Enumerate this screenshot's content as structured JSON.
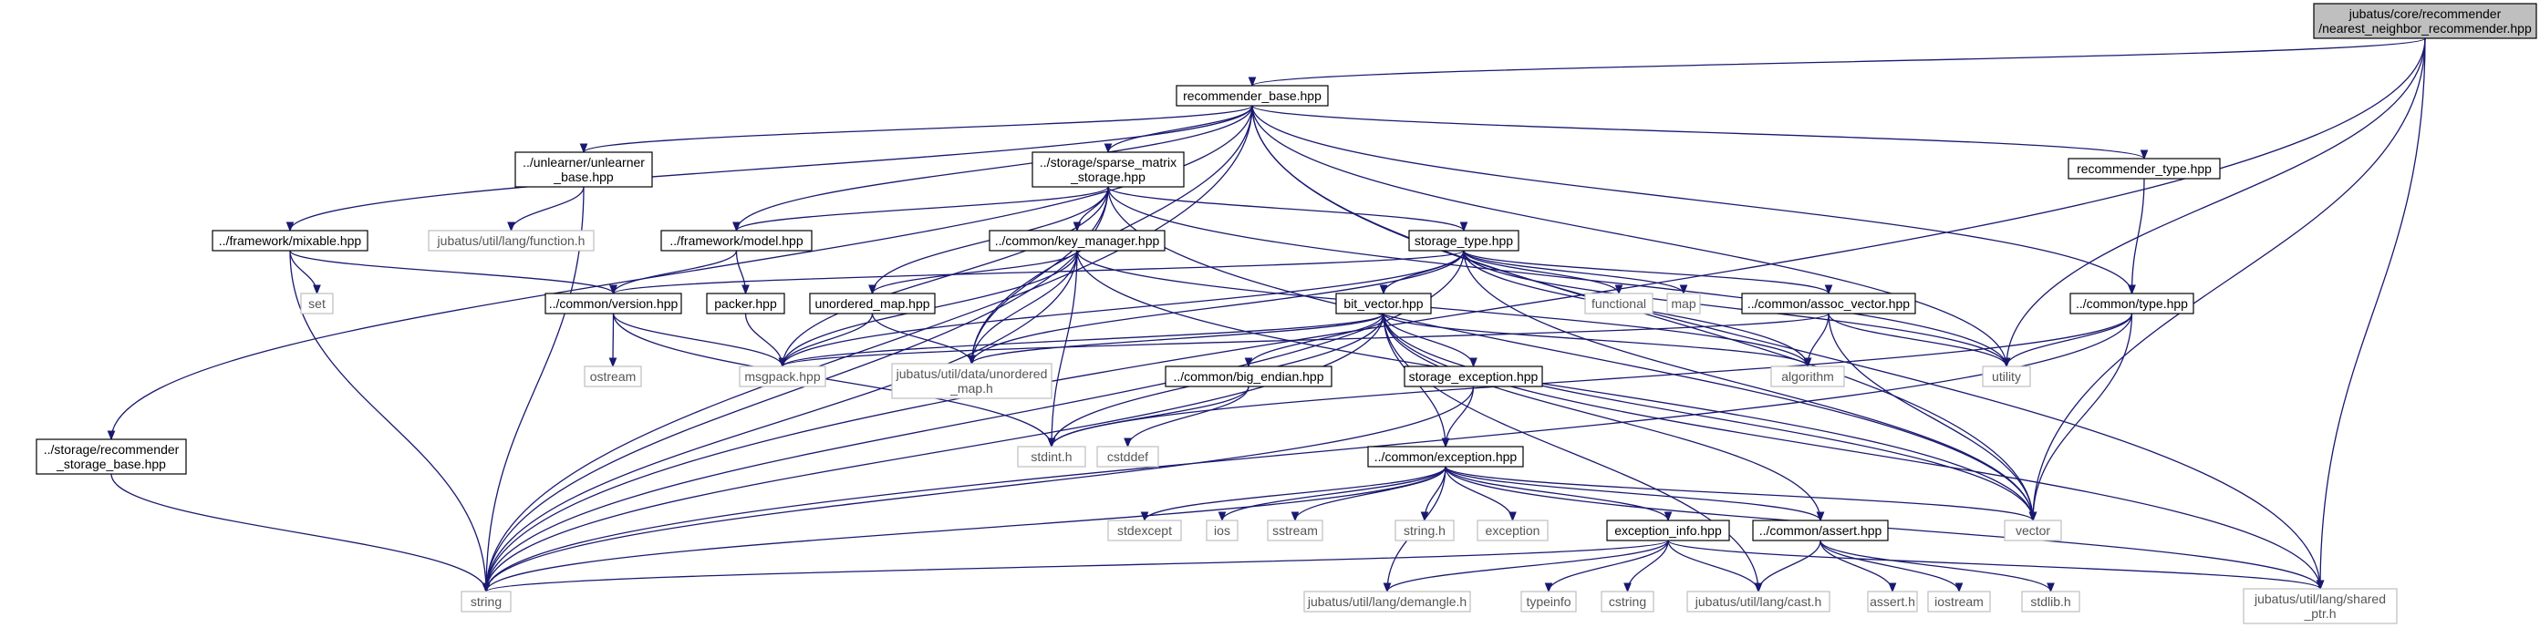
{
  "diagram": {
    "title": "",
    "colors": {
      "edge": "#191970",
      "internal_border": "#000000",
      "external_border": "#bfbfbf",
      "root_fill": "#bfbfbf",
      "internal_fill": "#ffffff",
      "external_fill": "#ffffff"
    },
    "nodes": [
      {
        "id": "root",
        "lines": [
          "jubatus/core/recommender",
          "/nearest_neighbor_recommender.hpp"
        ],
        "kind": "root"
      },
      {
        "id": "recbase",
        "lines": [
          "recommender_base.hpp"
        ],
        "kind": "internal"
      },
      {
        "id": "unlearner",
        "lines": [
          "../unlearner/unlearner",
          "_base.hpp"
        ],
        "kind": "internal"
      },
      {
        "id": "sparse",
        "lines": [
          "../storage/sparse_matrix",
          "_storage.hpp"
        ],
        "kind": "internal"
      },
      {
        "id": "rectype",
        "lines": [
          "recommender_type.hpp"
        ],
        "kind": "internal"
      },
      {
        "id": "mixable",
        "lines": [
          "../framework/mixable.hpp"
        ],
        "kind": "internal"
      },
      {
        "id": "function",
        "lines": [
          "jubatus/util/lang/function.h"
        ],
        "kind": "external"
      },
      {
        "id": "model",
        "lines": [
          "../framework/model.hpp"
        ],
        "kind": "internal"
      },
      {
        "id": "keymgr",
        "lines": [
          "../common/key_manager.hpp"
        ],
        "kind": "internal"
      },
      {
        "id": "stortype",
        "lines": [
          "storage_type.hpp"
        ],
        "kind": "internal"
      },
      {
        "id": "set",
        "lines": [
          "set"
        ],
        "kind": "external"
      },
      {
        "id": "version",
        "lines": [
          "../common/version.hpp"
        ],
        "kind": "internal"
      },
      {
        "id": "packer",
        "lines": [
          "packer.hpp"
        ],
        "kind": "internal"
      },
      {
        "id": "umap",
        "lines": [
          "unordered_map.hpp"
        ],
        "kind": "internal"
      },
      {
        "id": "bitvec",
        "lines": [
          "bit_vector.hpp"
        ],
        "kind": "internal"
      },
      {
        "id": "functional",
        "lines": [
          "functional"
        ],
        "kind": "external"
      },
      {
        "id": "map",
        "lines": [
          "map"
        ],
        "kind": "external"
      },
      {
        "id": "assocvec",
        "lines": [
          "../common/assoc_vector.hpp"
        ],
        "kind": "internal"
      },
      {
        "id": "commontype",
        "lines": [
          "../common/type.hpp"
        ],
        "kind": "internal"
      },
      {
        "id": "recstor",
        "lines": [
          "../storage/recommender",
          "_storage_base.hpp"
        ],
        "kind": "internal"
      },
      {
        "id": "ostream",
        "lines": [
          "ostream"
        ],
        "kind": "external"
      },
      {
        "id": "msgpack",
        "lines": [
          "msgpack.hpp"
        ],
        "kind": "external"
      },
      {
        "id": "udata",
        "lines": [
          "jubatus/util/data/unordered",
          "_map.h"
        ],
        "kind": "external"
      },
      {
        "id": "bigend",
        "lines": [
          "../common/big_endian.hpp"
        ],
        "kind": "internal"
      },
      {
        "id": "storexc",
        "lines": [
          "storage_exception.hpp"
        ],
        "kind": "internal"
      },
      {
        "id": "algorithm",
        "lines": [
          "algorithm"
        ],
        "kind": "external"
      },
      {
        "id": "utility",
        "lines": [
          "utility"
        ],
        "kind": "external"
      },
      {
        "id": "stdint",
        "lines": [
          "stdint.h"
        ],
        "kind": "external"
      },
      {
        "id": "cstddef",
        "lines": [
          "cstddef"
        ],
        "kind": "external"
      },
      {
        "id": "exception",
        "lines": [
          "../common/exception.hpp"
        ],
        "kind": "internal"
      },
      {
        "id": "stdexcept",
        "lines": [
          "stdexcept"
        ],
        "kind": "external"
      },
      {
        "id": "ios",
        "lines": [
          "ios"
        ],
        "kind": "external"
      },
      {
        "id": "sstream",
        "lines": [
          "sstream"
        ],
        "kind": "external"
      },
      {
        "id": "stringh",
        "lines": [
          "string.h"
        ],
        "kind": "external"
      },
      {
        "id": "exc",
        "lines": [
          "exception"
        ],
        "kind": "external"
      },
      {
        "id": "excinfo",
        "lines": [
          "exception_info.hpp"
        ],
        "kind": "internal"
      },
      {
        "id": "assert",
        "lines": [
          "../common/assert.hpp"
        ],
        "kind": "internal"
      },
      {
        "id": "vector",
        "lines": [
          "vector"
        ],
        "kind": "external"
      },
      {
        "id": "string",
        "lines": [
          "string"
        ],
        "kind": "external"
      },
      {
        "id": "demangle",
        "lines": [
          "jubatus/util/lang/demangle.h"
        ],
        "kind": "external"
      },
      {
        "id": "typeinfo",
        "lines": [
          "typeinfo"
        ],
        "kind": "external"
      },
      {
        "id": "cstring",
        "lines": [
          "cstring"
        ],
        "kind": "external"
      },
      {
        "id": "cast",
        "lines": [
          "jubatus/util/lang/cast.h"
        ],
        "kind": "external"
      },
      {
        "id": "asserth",
        "lines": [
          "assert.h"
        ],
        "kind": "external"
      },
      {
        "id": "iostream",
        "lines": [
          "iostream"
        ],
        "kind": "external"
      },
      {
        "id": "stdlib",
        "lines": [
          "stdlib.h"
        ],
        "kind": "external"
      },
      {
        "id": "shared",
        "lines": [
          "jubatus/util/lang/shared",
          "_ptr.h"
        ],
        "kind": "external"
      }
    ],
    "edges": [
      [
        "root",
        "recbase"
      ],
      [
        "root",
        "utility"
      ],
      [
        "root",
        "vector"
      ],
      [
        "root",
        "string"
      ],
      [
        "root",
        "shared"
      ],
      [
        "recbase",
        "unlearner"
      ],
      [
        "recbase",
        "sparse"
      ],
      [
        "recbase",
        "rectype"
      ],
      [
        "recbase",
        "mixable"
      ],
      [
        "recbase",
        "model"
      ],
      [
        "recbase",
        "recstor"
      ],
      [
        "recbase",
        "commontype"
      ],
      [
        "recbase",
        "udata"
      ],
      [
        "recbase",
        "utility"
      ],
      [
        "recbase",
        "vector"
      ],
      [
        "recbase",
        "string"
      ],
      [
        "recbase",
        "shared"
      ],
      [
        "unlearner",
        "function"
      ],
      [
        "unlearner",
        "string"
      ],
      [
        "sparse",
        "model"
      ],
      [
        "sparse",
        "keymgr"
      ],
      [
        "sparse",
        "stortype"
      ],
      [
        "sparse",
        "umap"
      ],
      [
        "sparse",
        "msgpack"
      ],
      [
        "sparse",
        "udata"
      ],
      [
        "sparse",
        "string"
      ],
      [
        "sparse",
        "vector"
      ],
      [
        "sparse",
        "utility"
      ],
      [
        "rectype",
        "commontype"
      ],
      [
        "mixable",
        "set"
      ],
      [
        "mixable",
        "version"
      ],
      [
        "mixable",
        "string"
      ],
      [
        "model",
        "version"
      ],
      [
        "model",
        "packer"
      ],
      [
        "keymgr",
        "umap"
      ],
      [
        "keymgr",
        "msgpack"
      ],
      [
        "keymgr",
        "udata"
      ],
      [
        "keymgr",
        "algorithm"
      ],
      [
        "keymgr",
        "stdint"
      ],
      [
        "keymgr",
        "string"
      ],
      [
        "keymgr",
        "vector"
      ],
      [
        "stortype",
        "bitvec"
      ],
      [
        "stortype",
        "functional"
      ],
      [
        "stortype",
        "map"
      ],
      [
        "stortype",
        "assocvec"
      ],
      [
        "stortype",
        "version"
      ],
      [
        "stortype",
        "msgpack"
      ],
      [
        "stortype",
        "udata"
      ],
      [
        "stortype",
        "algorithm"
      ],
      [
        "stortype",
        "utility"
      ],
      [
        "stortype",
        "vector"
      ],
      [
        "stortype",
        "string"
      ],
      [
        "version",
        "ostream"
      ],
      [
        "version",
        "msgpack"
      ],
      [
        "version",
        "stdint"
      ],
      [
        "packer",
        "msgpack"
      ],
      [
        "umap",
        "msgpack"
      ],
      [
        "umap",
        "udata"
      ],
      [
        "bitvec",
        "bigend"
      ],
      [
        "bitvec",
        "storexc"
      ],
      [
        "bitvec",
        "exception"
      ],
      [
        "bitvec",
        "msgpack"
      ],
      [
        "bitvec",
        "udata"
      ],
      [
        "bitvec",
        "algorithm"
      ],
      [
        "bitvec",
        "stdint"
      ],
      [
        "bitvec",
        "string"
      ],
      [
        "bitvec",
        "vector"
      ],
      [
        "bitvec",
        "assert"
      ],
      [
        "bitvec",
        "cast"
      ],
      [
        "bitvec",
        "shared"
      ],
      [
        "assocvec",
        "algorithm"
      ],
      [
        "assocvec",
        "utility"
      ],
      [
        "assocvec",
        "vector"
      ],
      [
        "assocvec",
        "msgpack"
      ],
      [
        "commontype",
        "utility"
      ],
      [
        "commontype",
        "vector"
      ],
      [
        "commontype",
        "string"
      ],
      [
        "commontype",
        "stdint"
      ],
      [
        "recstor",
        "string"
      ],
      [
        "bigend",
        "stdint"
      ],
      [
        "bigend",
        "cstddef"
      ],
      [
        "storexc",
        "exception"
      ],
      [
        "storexc",
        "string"
      ],
      [
        "exception",
        "stdexcept"
      ],
      [
        "exception",
        "ios"
      ],
      [
        "exception",
        "sstream"
      ],
      [
        "exception",
        "stringh"
      ],
      [
        "exception",
        "exc"
      ],
      [
        "exception",
        "excinfo"
      ],
      [
        "exception",
        "assert"
      ],
      [
        "exception",
        "vector"
      ],
      [
        "exception",
        "string"
      ],
      [
        "exception",
        "demangle"
      ],
      [
        "exception",
        "shared"
      ],
      [
        "excinfo",
        "string"
      ],
      [
        "excinfo",
        "typeinfo"
      ],
      [
        "excinfo",
        "cstring"
      ],
      [
        "excinfo",
        "cast"
      ],
      [
        "excinfo",
        "demangle"
      ],
      [
        "excinfo",
        "shared"
      ],
      [
        "assert",
        "cast"
      ],
      [
        "assert",
        "asserth"
      ],
      [
        "assert",
        "iostream"
      ],
      [
        "assert",
        "stdlib"
      ]
    ]
  }
}
